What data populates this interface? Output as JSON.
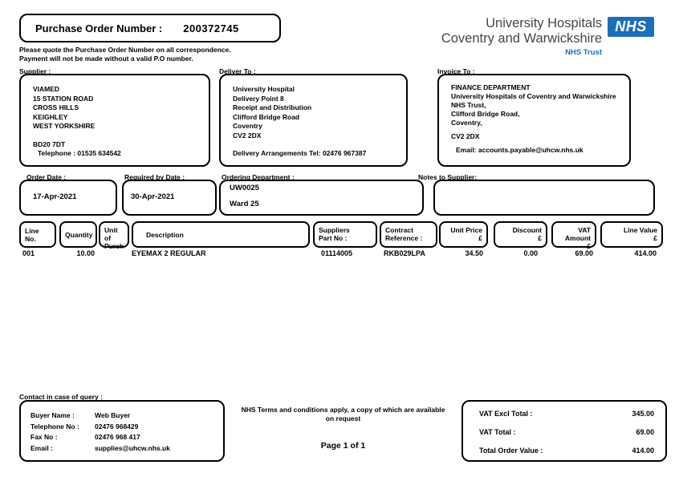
{
  "po_header": {
    "label": "Purchase Order Number :",
    "number": "200372745",
    "note1": "Please quote the Purchase Order Number on all correspondence.",
    "note2": "Payment will not be made without a valid P.O number."
  },
  "brand": {
    "org_line1": "University Hospitals",
    "org_line2": "Coventry and Warwickshire",
    "logo": "NHS",
    "trust": "NHS Trust",
    "colors": {
      "nhs_blue": "#1b6fb8",
      "org_text_gray": "#40474a"
    }
  },
  "supplier": {
    "label": "Supplier :",
    "lines": [
      "VIAMED",
      "15 STATION ROAD",
      "CROSS HILLS",
      "KEIGHLEY",
      "WEST YORKSHIRE"
    ],
    "postcode": "BD20 7DT",
    "telephone": "Telephone : 01535 634542"
  },
  "deliver_to": {
    "label": "Deliver To :",
    "lines": [
      "University Hospital",
      "Delivery Point 8",
      "Receipt and Distribution",
      "Clifford Bridge Road",
      "Coventry",
      "CV2 2DX"
    ],
    "arrangements": "Delivery Arrangements Tel: 02476 967387"
  },
  "invoice_to": {
    "label": "Invoice To :",
    "lines": [
      "FINANCE DEPARTMENT",
      "University Hospitals of Coventry and Warwickshire",
      "NHS Trust,",
      "Clifford Bridge Road,",
      "Coventry,"
    ],
    "postcode": "CV2 2DX",
    "email": "Email: accounts.payable@uhcw.nhs.uk"
  },
  "order_meta": {
    "order_date_label": "Order Date :",
    "order_date": "17-Apr-2021",
    "required_by_label": "Required by Date :",
    "required_by": "30-Apr-2021",
    "ordering_dept_label": "Ordering Department :",
    "ordering_dept_code": "UW0025",
    "ordering_dept_name": "Ward 25",
    "notes_label": "Notes to Supplier:",
    "notes": ""
  },
  "items_table": {
    "headers": [
      {
        "line1": "Line No.",
        "line2": ""
      },
      {
        "line1": "Quantity",
        "line2": ""
      },
      {
        "line1": "Unit of",
        "line2": "Purch"
      },
      {
        "line1": "Description",
        "line2": ""
      },
      {
        "line1": "Suppliers",
        "line2": "Part No :"
      },
      {
        "line1": "Contract",
        "line2": "Reference :"
      },
      {
        "line1": "Unit Price",
        "line2": "£"
      },
      {
        "line1": "Discount",
        "line2": "£"
      },
      {
        "line1": "VAT Amount",
        "line2": "£"
      },
      {
        "line1": "Line Value",
        "line2": "£"
      }
    ],
    "rows": [
      [
        "001",
        "10.00",
        "",
        "EYEMAX 2 REGULAR",
        "01114005",
        "RKB029LPA",
        "34.50",
        "0.00",
        "69.00",
        "414.00"
      ]
    ]
  },
  "contact": {
    "label": "Contact in case of query :",
    "fields": [
      {
        "label": "Buyer Name :",
        "value": "Web Buyer"
      },
      {
        "label": "Telephone No :",
        "value": "02476 968429"
      },
      {
        "label": "Fax No :",
        "value": "02476 968 417"
      },
      {
        "label": "Email :",
        "value": "supplies@uhcw.nhs.uk"
      }
    ]
  },
  "footer": {
    "terms": "NHS Terms and conditions apply, a copy of which are available on request",
    "page": "Page 1 of 1"
  },
  "totals": {
    "rows": [
      {
        "label": "VAT Excl Total :",
        "value": "345.00"
      },
      {
        "label": "VAT Total :",
        "value": "69.00"
      },
      {
        "label": "Total Order Value :",
        "value": "414.00"
      }
    ]
  }
}
